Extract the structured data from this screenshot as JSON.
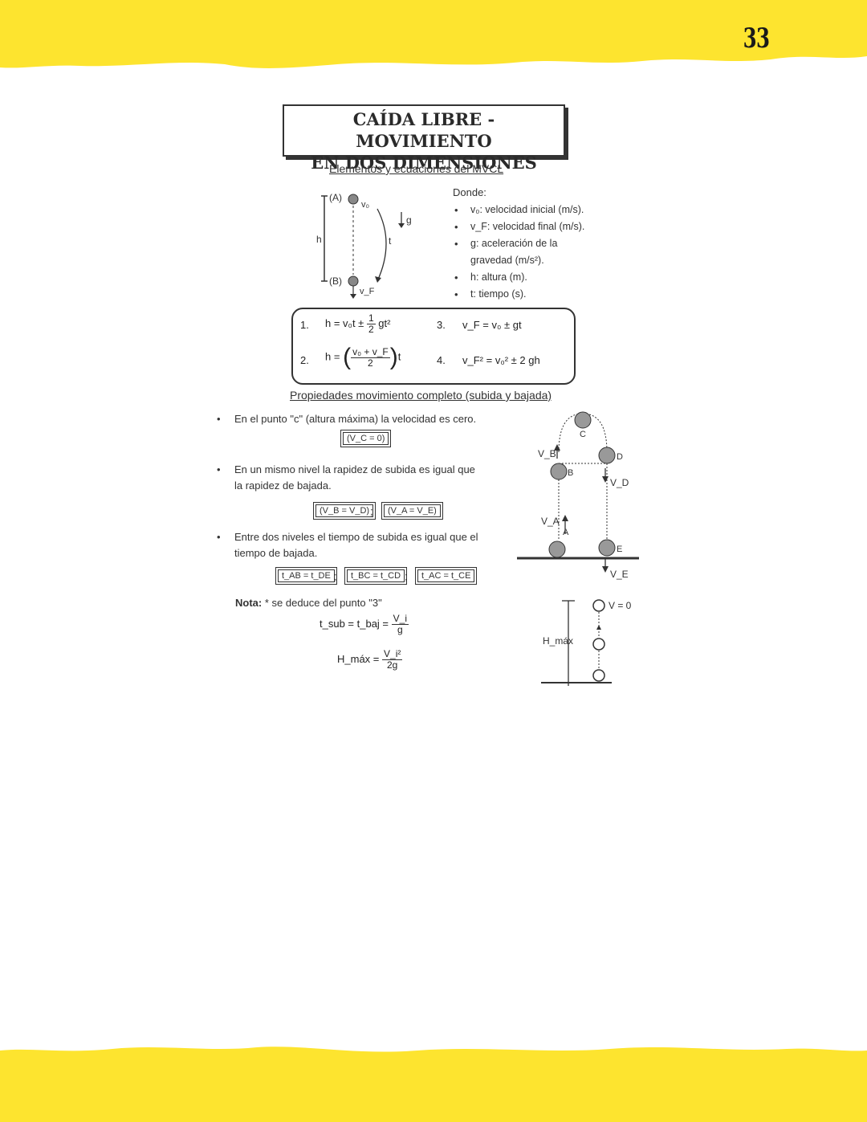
{
  "page": {
    "number": "33"
  },
  "colors": {
    "band": "#fde42f",
    "ink": "#333333"
  },
  "title": {
    "line1": "CAÍDA LIBRE - MOVIMIENTO",
    "line2": "EN DOS DIMENSIONES"
  },
  "section1": {
    "heading": "Elementos y ecuaciones del MVCL",
    "diagram": {
      "pointA": "(A)",
      "pointB": "(B)",
      "v0": "v₀",
      "vf": "v_F",
      "h": "h",
      "t": "t",
      "g": "g"
    },
    "legend_title": "Donde:",
    "legend": [
      "v₀: velocidad inicial (m/s).",
      "v_F: velocidad final (m/s).",
      "g: aceleración de la",
      "gravedad (m/s²).",
      "h: altura (m).",
      "t: tiempo (s)."
    ]
  },
  "equations": {
    "n1": "1.",
    "e1_lhs": "h = v₀t ±",
    "e1_num": "1",
    "e1_den": "2",
    "e1_rhs": "gt²",
    "n2": "2.",
    "e2_lhs": "h =",
    "e2_num": "v₀ + v_F",
    "e2_den": "2",
    "e2_rhs": "t",
    "n3": "3.",
    "e3": "v_F = v₀ ± gt",
    "n4": "4.",
    "e4": "v_F² = v₀² ± 2 gh"
  },
  "section2": {
    "heading": "Propiedades movimiento completo (subida y bajada)",
    "p1": "En el punto \"c\" (altura máxima) la velocidad es cero.",
    "p1_box": "(V_C = 0)",
    "p2_line1": "En un mismo nivel la rapidez de subida es igual que",
    "p2_line2": "la rapidez de bajada.",
    "p2_box1": "(V_B = V_D)",
    "p2_box2": "(V_A = V_E)",
    "sep": ";",
    "p3_line1": "Entre dos niveles el tiempo de subida es igual que el",
    "p3_line2": "tiempo de bajada.",
    "p3_box1": "t_AB = t_DE",
    "p3_box2": "t_BC = t_CD",
    "p3_box3": "t_AC = t_CE",
    "nota_label": "Nota:",
    "nota_text": "* se deduce del punto \"3\"",
    "f1_lhs": "t_sub = t_baj =",
    "f1_num": "V_i",
    "f1_den": "g",
    "f2_lhs": "H_máx =",
    "f2_num": "V_i²",
    "f2_den": "2g",
    "diagram": {
      "A": "A",
      "B": "B",
      "C": "C",
      "D": "D",
      "E": "E",
      "VA": "V_A",
      "VB": "V_B",
      "VD": "V_D",
      "VE": "V_E",
      "Hmax": "H_máx",
      "V0": "V = 0"
    }
  }
}
